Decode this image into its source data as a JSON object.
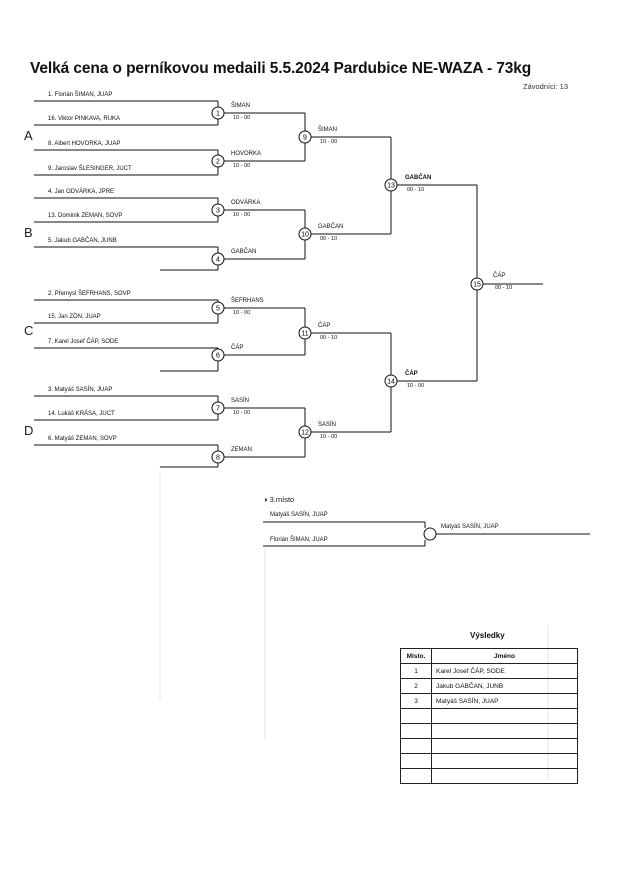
{
  "title": "Velká cena o perníkovou medaili  5.5.2024  Pardubice   NE-WAZA - 73kg",
  "competitors_count": "Závodníci: 13",
  "sections": [
    "A",
    "B",
    "C",
    "D"
  ],
  "entrants": [
    "1. Florián ŠIMAN, JUAP",
    "16. Viktor PINKAVA, RUKA",
    "8. Albert HOVORKA, JUAP",
    "9. Jaroslav ŠLESINGER, JUCT",
    "4. Jan ODVÁRKA, JPRE",
    "13. Dominik ZEMAN, SOVP",
    "5. Jakub GABČAN, JUNB",
    "2. Přemysl ŠEFRHANS, SOVP",
    "15. Jan ZÖN, JUAP",
    "7. Karel Josef ČÁP, SODE",
    "3. Matyáš SASÍN, JUAP",
    "14. Lukáš KRÁSA, JUCT",
    "6. Matyáš ZEMAN, SOVP"
  ],
  "round1": [
    {
      "num": "1",
      "winner": "ŠIMAN",
      "score": "10 - 00"
    },
    {
      "num": "2",
      "winner": "HOVORKA",
      "score": "10 - 00"
    },
    {
      "num": "3",
      "winner": "ODVÁRKA",
      "score": "10 - 00"
    },
    {
      "num": "4",
      "winner": "GABČAN",
      "score": ""
    },
    {
      "num": "5",
      "winner": "ŠEFRHANS",
      "score": "10 - 00"
    },
    {
      "num": "6",
      "winner": "ČÁP",
      "score": ""
    },
    {
      "num": "7",
      "winner": "SASÍN",
      "score": "10 - 00"
    },
    {
      "num": "8",
      "winner": "ZEMAN",
      "score": ""
    }
  ],
  "round2": [
    {
      "num": "9",
      "winner": "ŠIMAN",
      "score": "10 - 00"
    },
    {
      "num": "10",
      "winner": "GABČAN",
      "score": "00 - 10"
    },
    {
      "num": "11",
      "winner": "ČÁP",
      "score": "00 - 10"
    },
    {
      "num": "12",
      "winner": "SASÍN",
      "score": "10 - 00"
    }
  ],
  "semis": [
    {
      "num": "13",
      "winner": "GABČAN",
      "score": "00 - 10"
    },
    {
      "num": "14",
      "winner": "ČÁP",
      "score": "10 - 00"
    }
  ],
  "final": {
    "num": "15",
    "winner": "ČÁP",
    "score": "00 - 10"
  },
  "third_place": {
    "title": "3.místo",
    "top": "Matyáš SASÍN, JUAP",
    "bottom": "Florián ŠIMAN, JUAP",
    "winner": "Matyáš SASÍN, JUAP"
  },
  "results": {
    "title": "Výsledky",
    "headers": [
      "Místo.",
      "Jméno"
    ],
    "rows": [
      {
        "place": "1",
        "name": "Karel Josef ČÁP, SODE"
      },
      {
        "place": "2",
        "name": "Jakub GABČAN, JUNB"
      },
      {
        "place": "3",
        "name": "Matyáš SASÍN, JUAP"
      },
      {
        "place": "",
        "name": ""
      },
      {
        "place": "",
        "name": ""
      },
      {
        "place": "",
        "name": ""
      },
      {
        "place": "",
        "name": ""
      },
      {
        "place": "",
        "name": ""
      }
    ]
  }
}
